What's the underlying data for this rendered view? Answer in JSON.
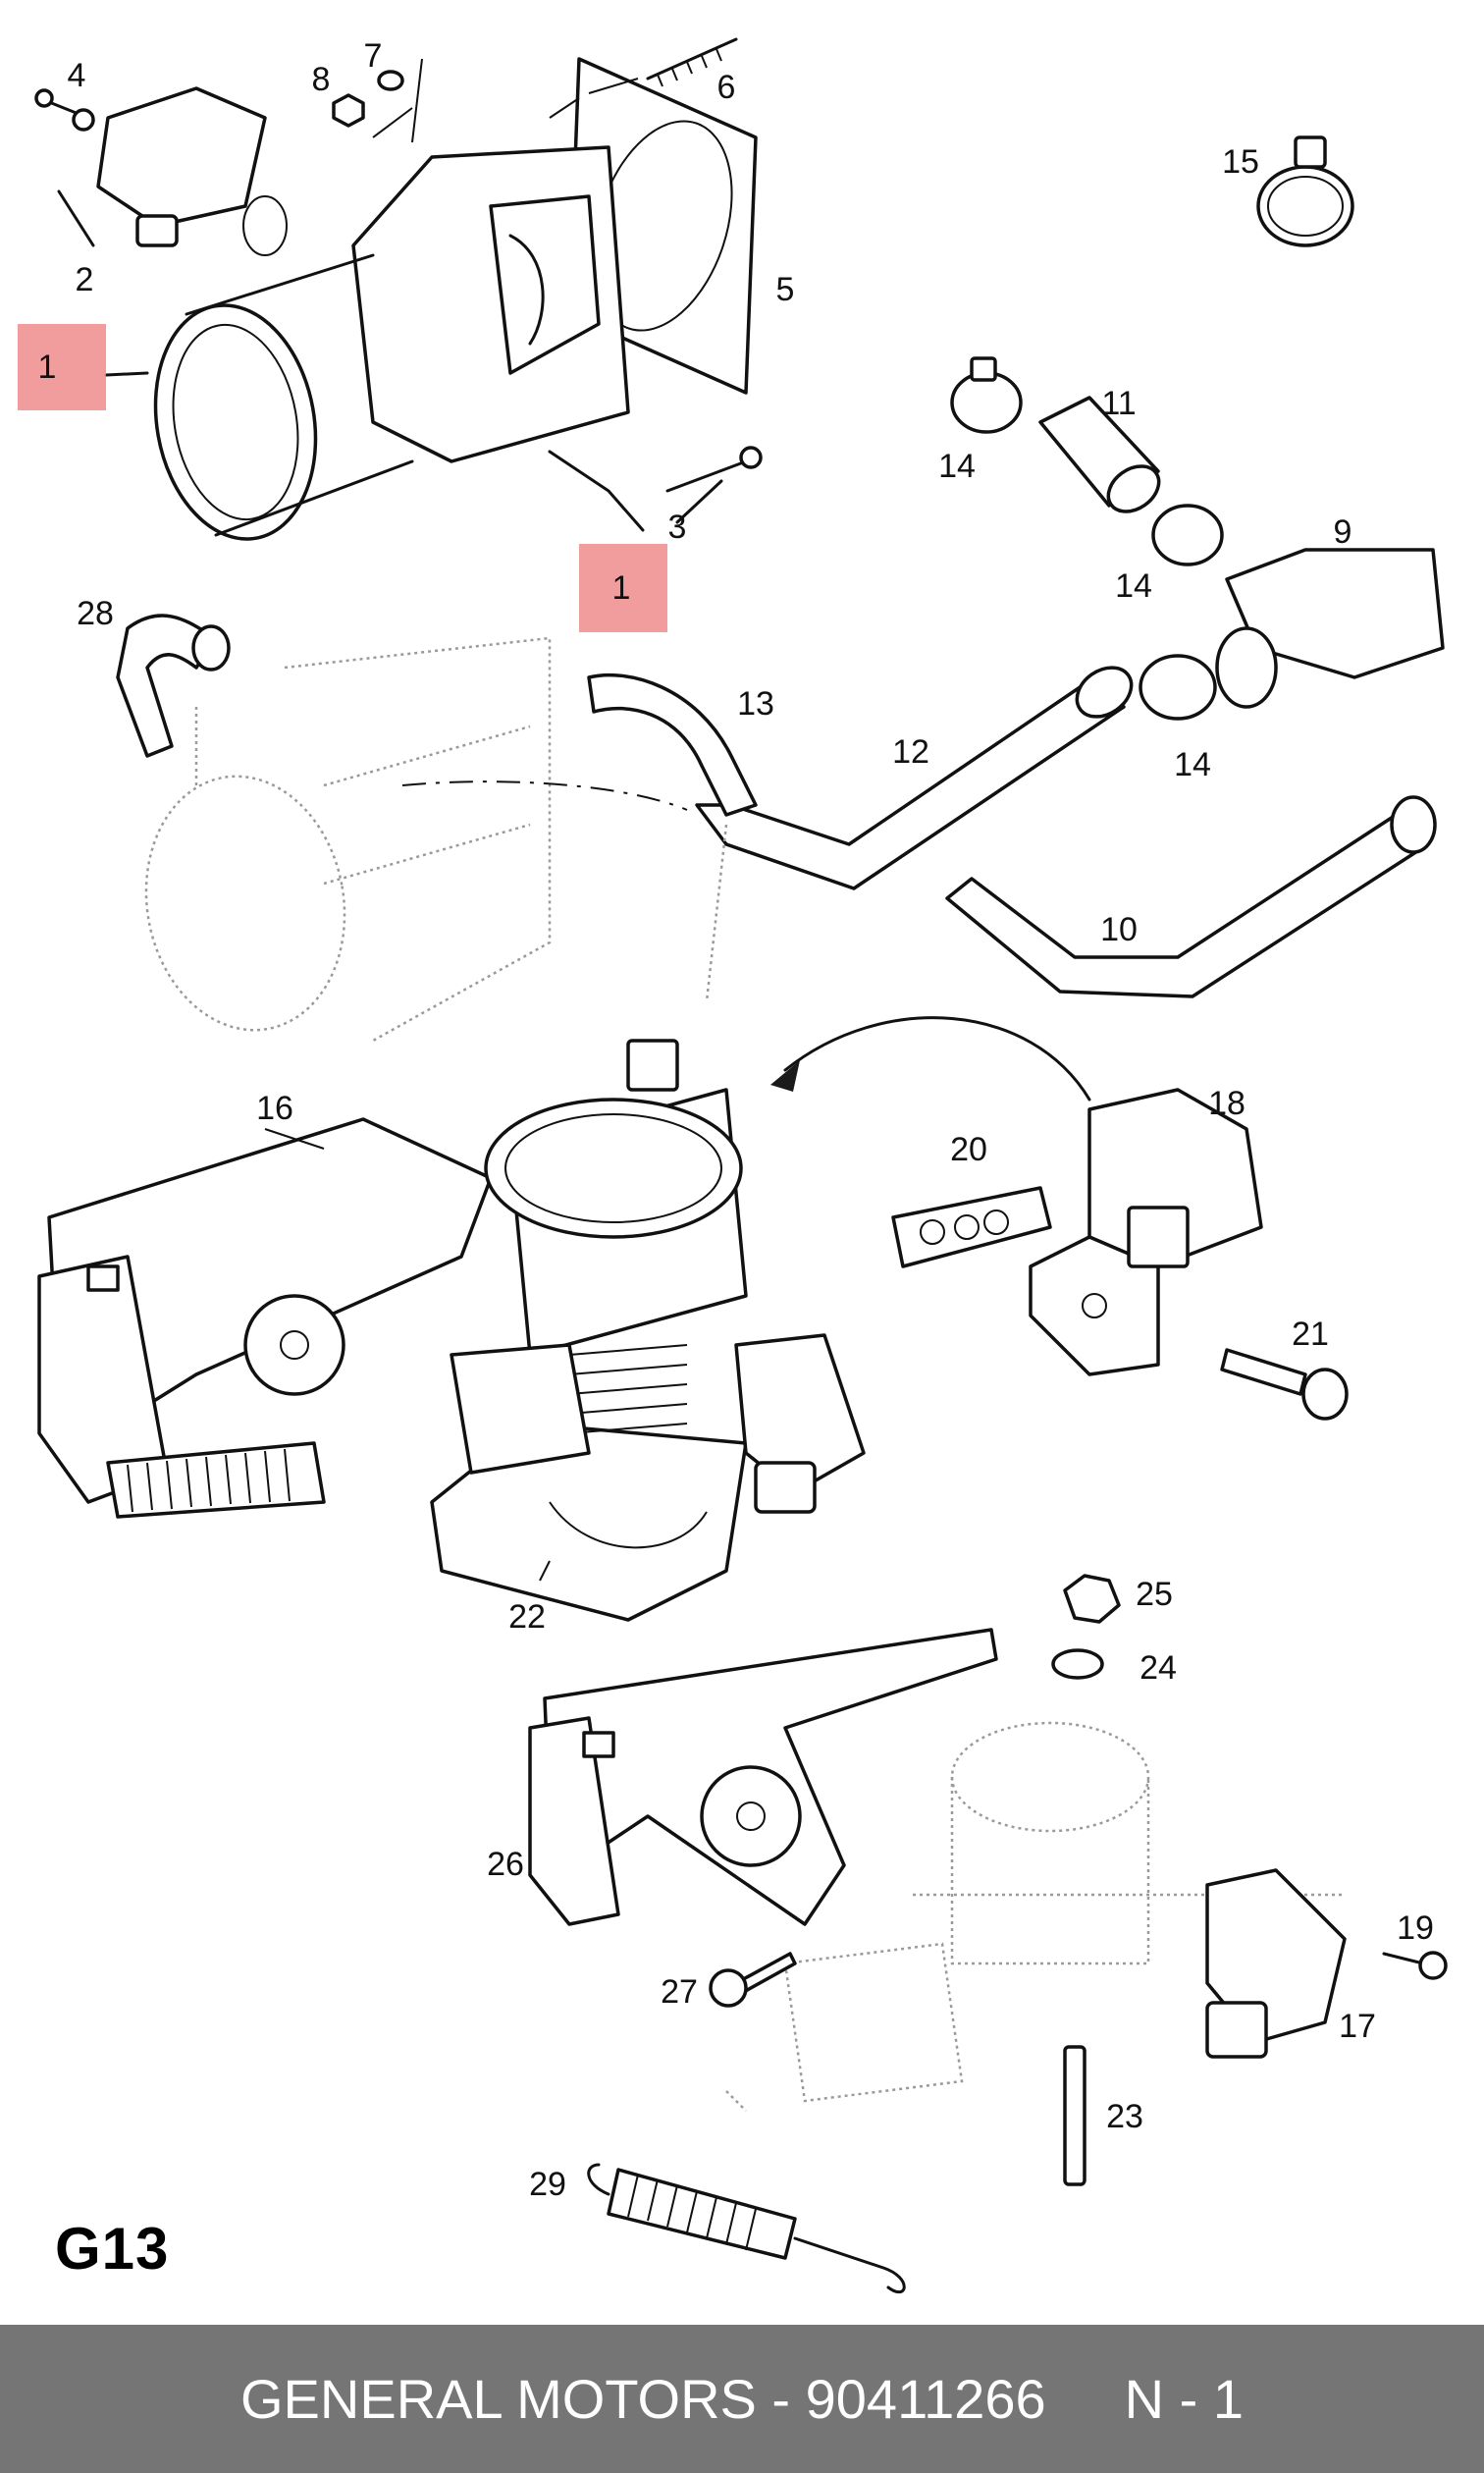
{
  "diagram": {
    "page_code": "G13",
    "callouts": [
      "1",
      "2",
      "3",
      "4",
      "5",
      "6",
      "7",
      "8",
      "9",
      "10",
      "11",
      "12",
      "13",
      "14",
      "15",
      "16",
      "17",
      "18",
      "19",
      "20",
      "21",
      "22",
      "23",
      "24",
      "25",
      "26",
      "27",
      "28",
      "29"
    ],
    "highlighted_callouts": [
      "1"
    ],
    "highlight_color": "#f08c8c"
  },
  "footer": {
    "brand": "GENERAL MOTORS",
    "dash": "-",
    "part_number": "90411266",
    "position": "N - 1",
    "background": "#757575"
  }
}
